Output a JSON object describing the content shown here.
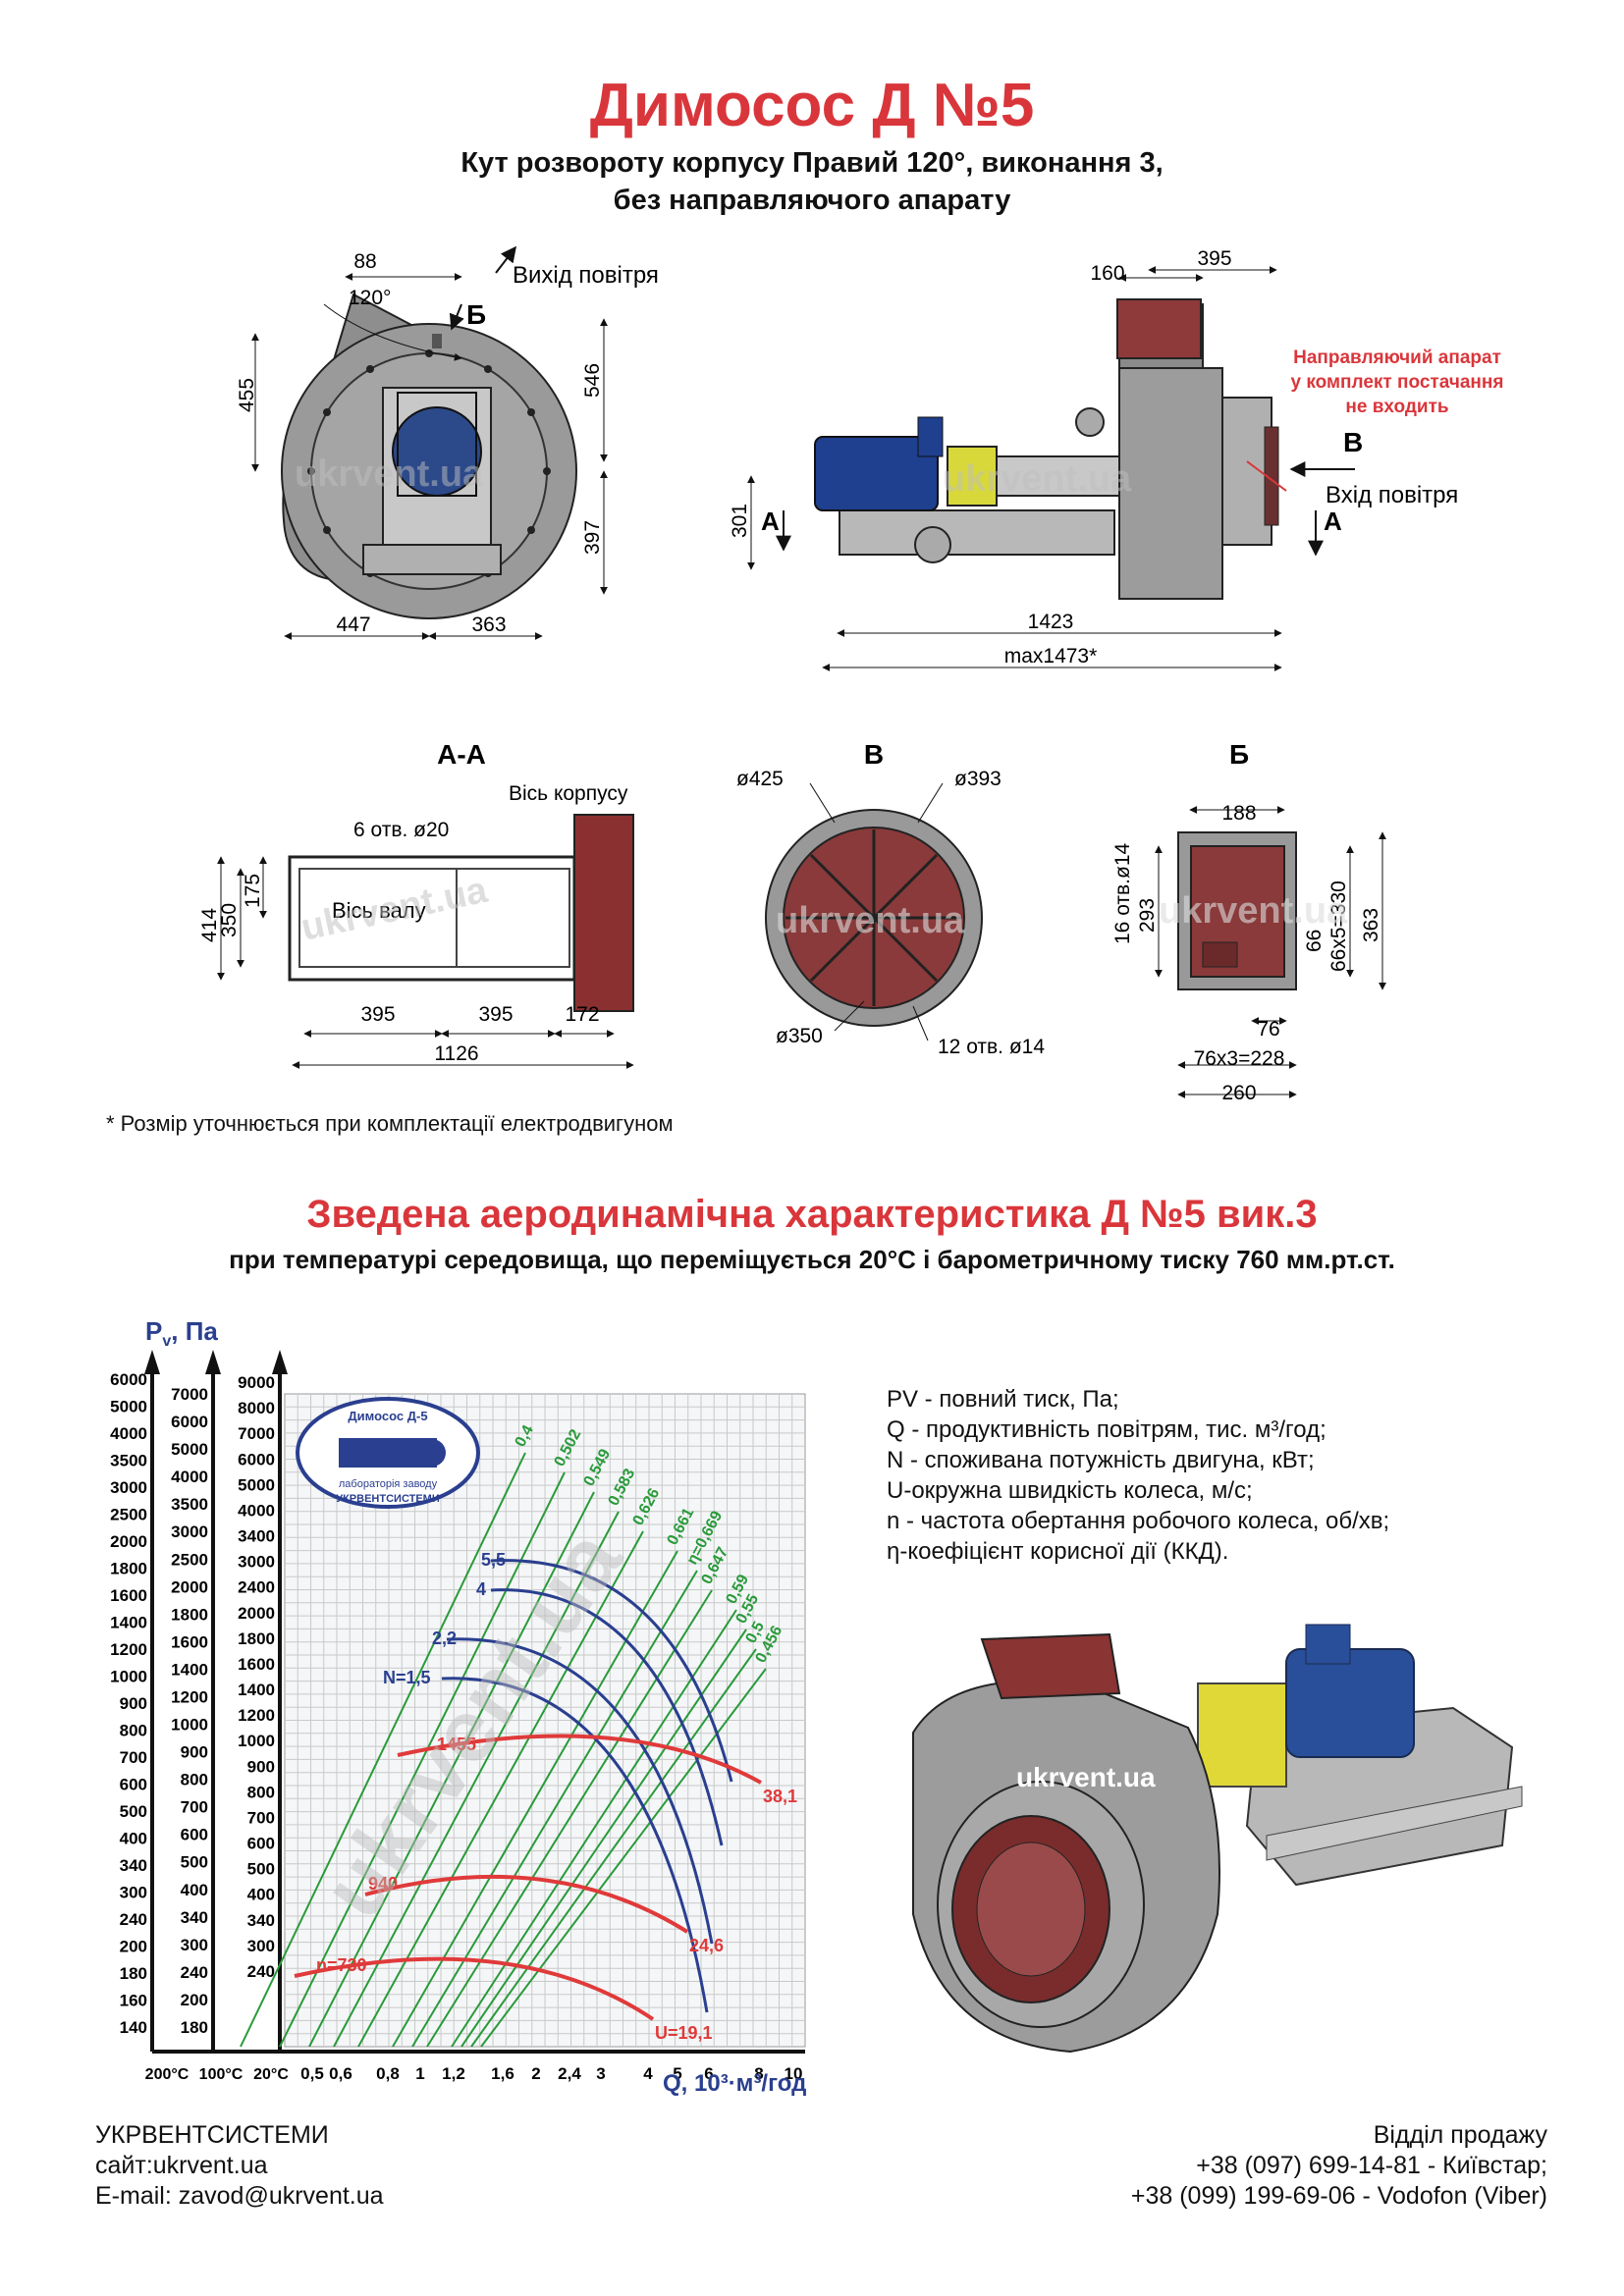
{
  "header": {
    "title": "Димосос  Д №5",
    "subtitle_line1": "Кут розвороту корпусу Правий 120°, виконання 3,",
    "subtitle_line2": "без направляючого апарату"
  },
  "front_view": {
    "angle": "120°",
    "dim_top": "88",
    "outlet_label": "Вихід повітря",
    "section_b": "Б",
    "dim_455": "455",
    "dim_546": "546",
    "dim_397": "397",
    "dim_447": "447",
    "dim_363": "363"
  },
  "side_view": {
    "dim_160": "160",
    "dim_395": "395",
    "guide_note1": "Направляючий апарат",
    "guide_note2": "у комплект постачання",
    "guide_note3": "не входить",
    "label_b": "В",
    "inlet_label": "Вхід повітря",
    "label_a_left": "А",
    "label_a_right": "А",
    "dim_301": "301",
    "dim_1423": "1423",
    "dim_max": "max1473*"
  },
  "section_aa": {
    "title": "А-А",
    "axis_body": "Вісь корпусу",
    "holes": "6 отв. ø20",
    "shaft_axis": "Вісь валу",
    "dim_414": "414",
    "dim_350": "350",
    "dim_175": "175",
    "dim_395a": "395",
    "dim_395b": "395",
    "dim_172": "172",
    "dim_1126": "1126"
  },
  "section_v": {
    "title": "В",
    "d425": "ø425",
    "d393": "ø393",
    "d350": "ø350",
    "holes": "12 отв. ø14"
  },
  "section_b": {
    "title": "Б",
    "dim_188": "188",
    "holes": "16 отв.ø14",
    "dim_293": "293",
    "dim_66": "66",
    "dim_66x5": "66x5=330",
    "dim_363": "363",
    "dim_76": "76",
    "dim_76x3": "76x3=228",
    "dim_260": "260"
  },
  "watermark": "ukrvent.ua",
  "note": "* Розмір уточнюється при комплектації електродвигуном",
  "chart_section": {
    "title": "Зведена аеродинамічна характеристика Д №5 вик.3",
    "subtitle": "при температурі середовища, що переміщується 20°С і барометричному тиску 760 мм.рт.ст."
  },
  "chart_data": {
    "type": "line",
    "ylabel": "P",
    "ylabel_sub": "v",
    "ylabel_unit": ", Па",
    "xlabel": "Q, 10³·м³/год",
    "x_ticks": [
      "0,5",
      "0,6",
      "0,8",
      "1",
      "1,2",
      "1,6",
      "2",
      "2,4",
      "3",
      "4",
      "5",
      "6",
      "8",
      "10"
    ],
    "temp_labels": [
      "200°С",
      "100°С",
      "20°С"
    ],
    "y_axis_200": [
      "6000",
      "5000",
      "4000",
      "3500",
      "3000",
      "2500",
      "2000",
      "1800",
      "1600",
      "1400",
      "1200",
      "1000",
      "900",
      "800",
      "700",
      "600",
      "500",
      "400",
      "340",
      "300",
      "240",
      "200",
      "180",
      "160",
      "140"
    ],
    "y_axis_100": [
      "7000",
      "6000",
      "5000",
      "4000",
      "3500",
      "3000",
      "2500",
      "2000",
      "1800",
      "1600",
      "1400",
      "1200",
      "1000",
      "900",
      "800",
      "700",
      "600",
      "500",
      "400",
      "340",
      "300",
      "240",
      "200",
      "180"
    ],
    "y_axis_20": [
      "9000",
      "8000",
      "7000",
      "6000",
      "5000",
      "4000",
      "3400",
      "3000",
      "2400",
      "2000",
      "1800",
      "1600",
      "1400",
      "1200",
      "1000",
      "900",
      "800",
      "700",
      "600",
      "500",
      "400",
      "340",
      "300",
      "240"
    ],
    "power_labels": [
      "5,5",
      "4",
      "2,2",
      "N=1,5"
    ],
    "speed_labels": [
      "1455",
      "940",
      "n=730"
    ],
    "efficiency_labels": [
      "0,4",
      "0,502",
      "0,549",
      "0,583",
      "0,626",
      "0,661",
      "η=0,669",
      "0,647",
      "0,59",
      "0,55",
      "0,5",
      "0,456"
    ],
    "u_labels": [
      "38,1",
      "24,6",
      "U=19,1"
    ],
    "stamp_line1": "Димосос Д-5",
    "stamp_line2": "лабораторія заводу",
    "stamp_line3": "УКРВЕНТСИСТЕМИ",
    "colors": {
      "grid": "#b0b0b0",
      "efficiency": "#2a9a3a",
      "speed": "#e03a3a",
      "power": "#2a3f8f"
    }
  },
  "legend": {
    "pv": "PV - повний тиск, Па;",
    "q": "Q - продуктивність повітрям, тис. м³/год;",
    "n_power": "N - споживана потужність двигуна, кВт;",
    "u": "U-окружна швидкість колеса, м/с;",
    "n_speed": "n - частота обертання робочого колеса, об/хв;",
    "eta": "η-коефіцієнт корисної дії (ККД)."
  },
  "footer": {
    "company": "УКРВЕНТСИСТЕМИ",
    "site": "сайт:ukrvent.ua",
    "email": "E-mail: zavod@ukrvent.ua",
    "sales": "Відділ продажу",
    "phone1": "+38 (097) 699-14-81 - Київстар;",
    "phone2": "+38 (099) 199-69-06 - Vodofon (Viber)"
  }
}
